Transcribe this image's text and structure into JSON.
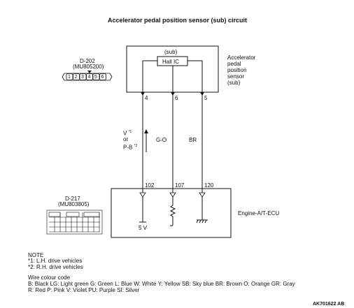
{
  "title": "Accelerator pedal position sensor (sub) circuit",
  "sensor": {
    "sub_label": "(sub)",
    "ic_label": "Hall IC",
    "name_lines": [
      "Accelerator",
      "pedal",
      "position",
      "sensor",
      "(sub)"
    ]
  },
  "connector_top": {
    "id": "D-202",
    "part": "(MU805200)",
    "pins": [
      "1",
      "2",
      "3",
      "4",
      "5",
      "6"
    ]
  },
  "connector_bottom": {
    "id": "D-217",
    "part": "(MU803805)"
  },
  "sensor_pins": [
    "4",
    "6",
    "5"
  ],
  "ecu_pins": [
    "102",
    "107",
    "120"
  ],
  "wire_left": {
    "line1": "V",
    "line1_sup": "*1",
    "line2": "or",
    "line3": "P-B",
    "line3_sup": "*2"
  },
  "wire_mid": "G-O",
  "wire_right": "BR",
  "ecu_label": "Engine-A/T-ECU",
  "supply_label": "5 V",
  "notes": {
    "heading": "NOTE",
    "n1": "*1: L.H. drive vehicles",
    "n2": "*2: R.H. drive vehicles"
  },
  "color_code": {
    "heading": "Wire colour code",
    "line1": "B: Black  LG: Light green  G: Green  L: Blue  W: White  Y: Yellow  SB: Sky blue  BR: Brown  O: Orange  GR: Gray",
    "line2": "R: Red  P: Pink  V: Violet  PU: Purple  SI: Silver"
  },
  "figure_code": "AK701622 AB"
}
